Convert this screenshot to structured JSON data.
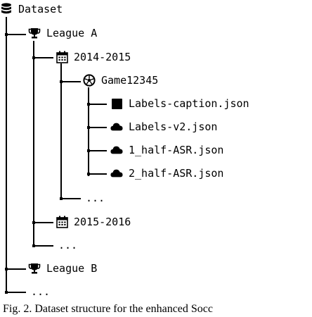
{
  "tree": {
    "root": {
      "label": "Dataset",
      "icon": "database-icon"
    },
    "league_a": {
      "label": "League A",
      "icon": "trophy-icon"
    },
    "season_2014": {
      "label": "2014-2015",
      "icon": "calendar-icon"
    },
    "game": {
      "label": "Game12345",
      "icon": "soccer-ball-icon"
    },
    "files": [
      {
        "label": "Labels-caption.json",
        "icon": "square-icon"
      },
      {
        "label": "Labels-v2.json",
        "icon": "cloud-icon"
      },
      {
        "label": "1_half-ASR.json",
        "icon": "cloud-icon"
      },
      {
        "label": "2_half-ASR.json",
        "icon": "cloud-icon"
      }
    ],
    "game_more": "...",
    "season_2015": {
      "label": "2015-2016",
      "icon": "calendar-icon"
    },
    "season_more": "...",
    "league_b": {
      "label": "League B",
      "icon": "trophy-icon"
    },
    "league_more": "..."
  },
  "caption": "Fig. 2.   Dataset structure for the enhanced Socc"
}
